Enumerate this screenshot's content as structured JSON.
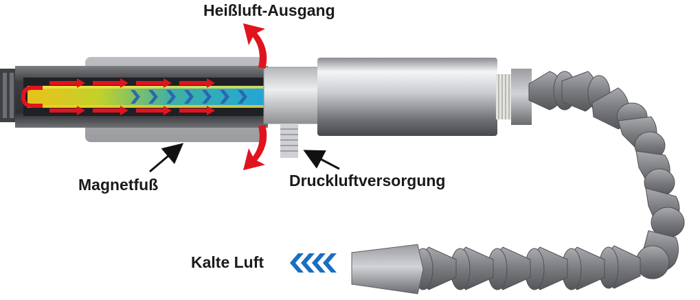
{
  "labels": {
    "hot_air_outlet": "Heißluft-Ausgang",
    "magnetic_base": "Magnetfuß",
    "compressed_air_supply": "Druckluftversorgung",
    "cold_air": "Kalte Luft"
  },
  "colors": {
    "hot_arrow": "#e0141e",
    "cold_arrow": "#1a6fc0",
    "pointer_arrow": "#111111",
    "metal_dark": "#5a5c60",
    "metal_light": "#d8dade",
    "hose_gray": "#7d7e82",
    "label_text": "#1a1a1a"
  },
  "icons": {
    "hot_air_arrows": "curved-arrow-icon",
    "cold_air_arrows": "chevron-left-icon",
    "pointer": "arrow-icon"
  }
}
